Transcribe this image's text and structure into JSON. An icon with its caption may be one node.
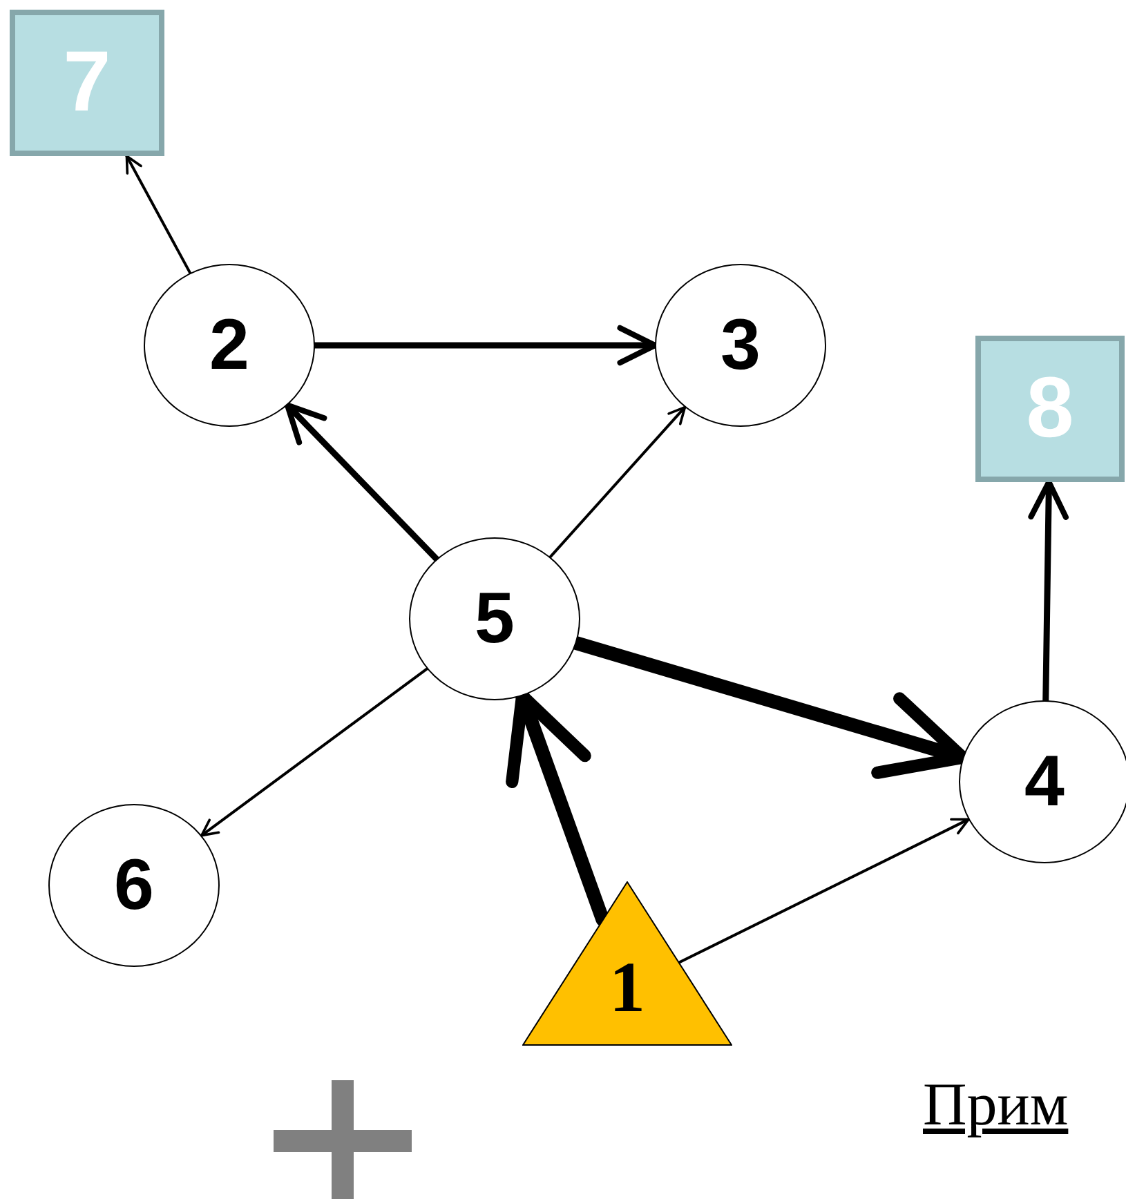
{
  "diagram": {
    "nodes": [
      {
        "text": [
          "7"
        ]
      },
      {
        "text": [
          "2"
        ]
      },
      {
        "text": [
          "3"
        ]
      },
      {
        "text": [
          "8"
        ]
      },
      {
        "text": [
          "5"
        ]
      },
      {
        "text": [
          "4"
        ]
      },
      {
        "text": [
          "6"
        ]
      },
      {
        "text": [
          "1"
        ]
      }
    ],
    "edges": [
      {
        "from": 1,
        "to": 0,
        "arrow": "to"
      },
      {
        "from": 1,
        "to": 2,
        "arrow": "to"
      },
      {
        "from": 4,
        "to": 1,
        "arrow": "to"
      },
      {
        "from": 4,
        "to": 2,
        "arrow": "to"
      },
      {
        "from": 4,
        "to": 5,
        "arrow": "to",
        "style": "thick"
      },
      {
        "from": 5,
        "to": 3,
        "arrow": "to"
      },
      {
        "from": 4,
        "to": 6,
        "arrow": "to"
      },
      {
        "from": 7,
        "to": 4,
        "arrow": "to",
        "style": "thick"
      },
      {
        "from": 7,
        "to": 5,
        "arrow": "to"
      }
    ],
    "labels": [
      "Прим"
    ]
  }
}
